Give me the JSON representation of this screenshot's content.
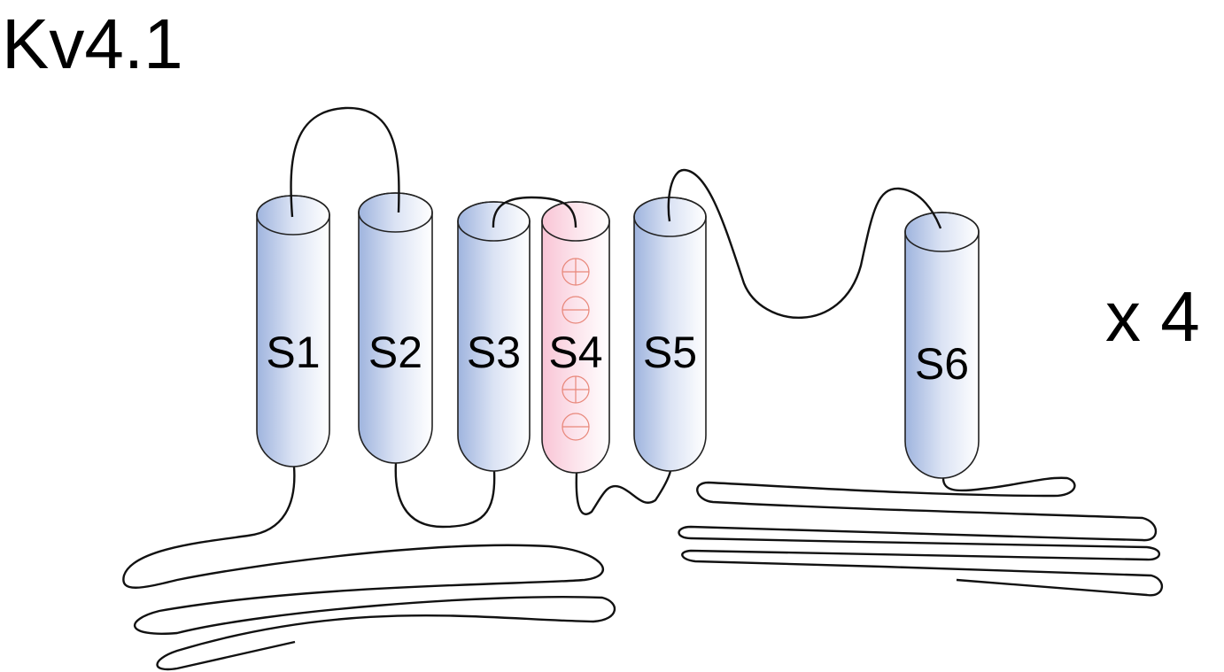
{
  "title": "Kv4.1",
  "multiplier": "x 4",
  "segments": [
    {
      "label": "S1",
      "color": "blue"
    },
    {
      "label": "S2",
      "color": "blue"
    },
    {
      "label": "S3",
      "color": "blue"
    },
    {
      "label": "S4",
      "color": "pink",
      "charges": [
        "+",
        "-",
        "+",
        "-"
      ]
    },
    {
      "label": "S5",
      "color": "blue"
    },
    {
      "label": "S6",
      "color": "blue"
    }
  ],
  "colors": {
    "blue": "#9fb4de",
    "pink": "#f9c9d8",
    "charge": "#e8877a"
  }
}
